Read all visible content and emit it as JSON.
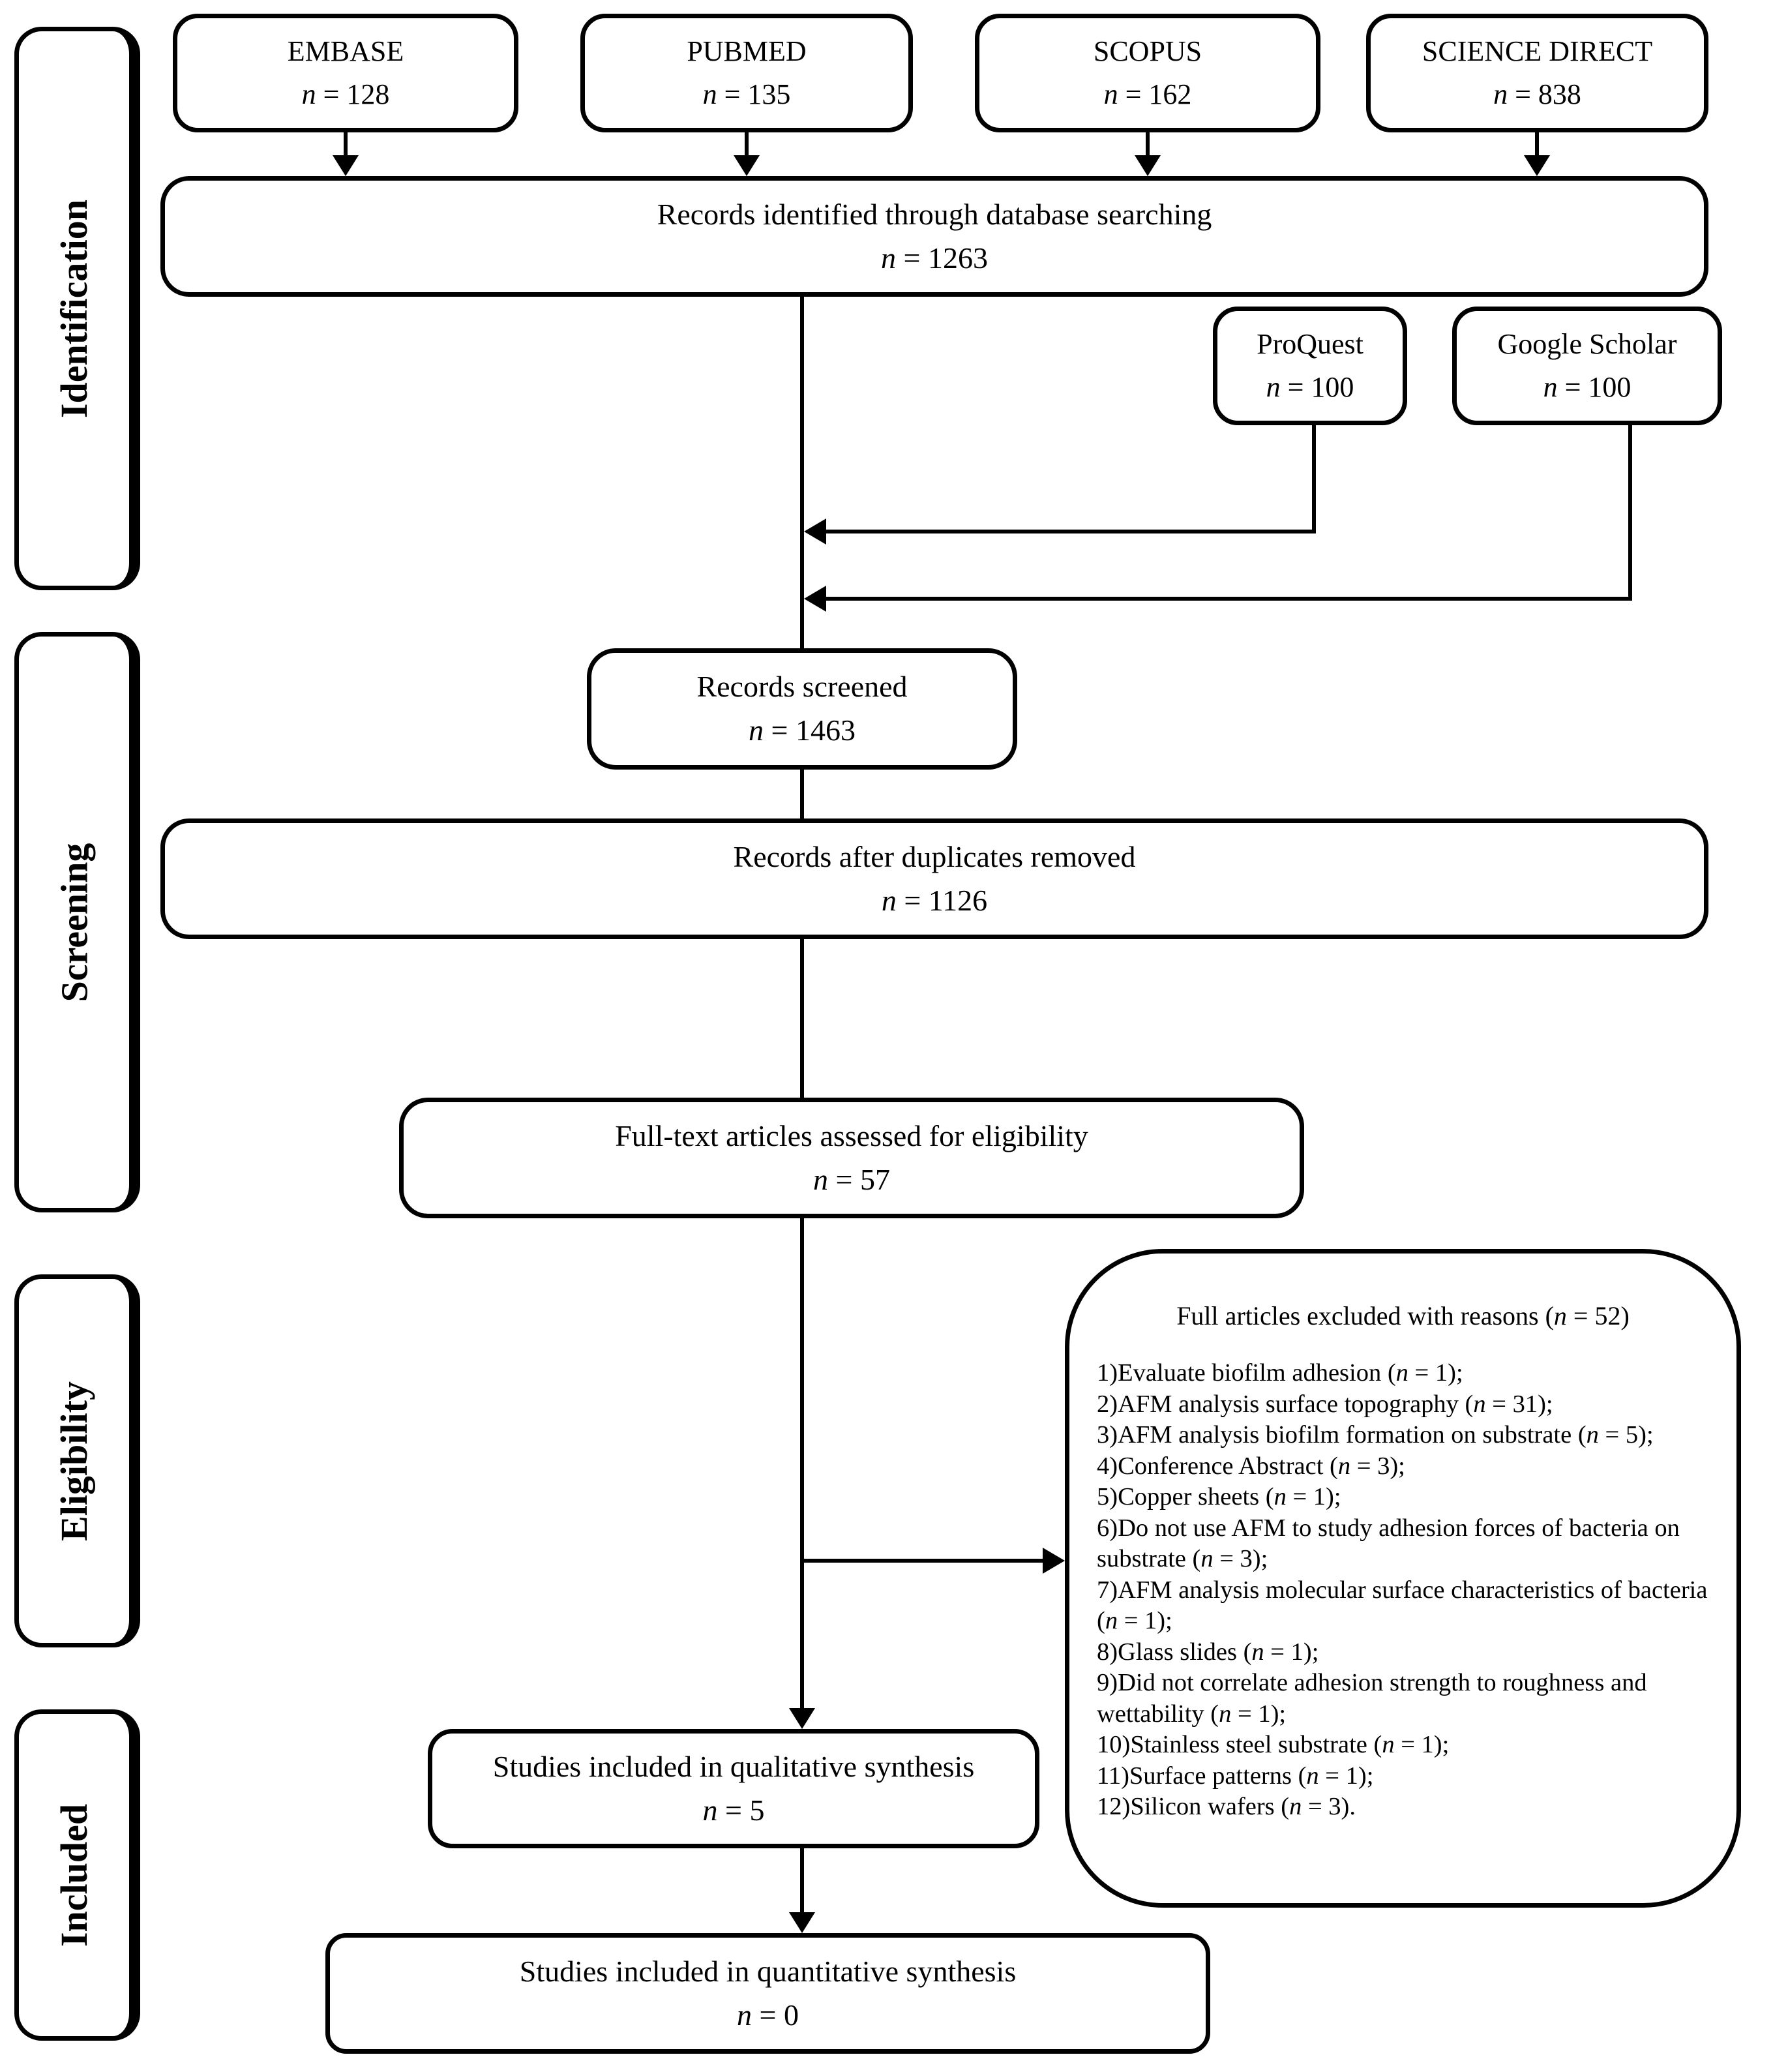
{
  "figure": {
    "background_color": "#ffffff",
    "ink_color": "#000000",
    "type": "prisma-flow-diagram"
  },
  "stages": [
    {
      "label": "Identification"
    },
    {
      "label": "Screening"
    },
    {
      "label": "Eligibility"
    },
    {
      "label": "Included"
    }
  ],
  "sources": [
    {
      "name": "EMBASE",
      "count": "n = 128"
    },
    {
      "name": "PUBMED",
      "count": "n = 135"
    },
    {
      "name": "SCOPUS",
      "count": "n = 162"
    },
    {
      "name": "SCIENCE DIRECT",
      "count": "n = 838"
    }
  ],
  "supplementary_sources": [
    {
      "name": "ProQuest",
      "count": "n = 100"
    },
    {
      "name": "Google Scholar",
      "count": "n = 100"
    }
  ],
  "nodes": {
    "identified": {
      "label": "Records identified through database searching",
      "count": "n = 1263"
    },
    "screened": {
      "label": "Records screened",
      "count": "n = 1463"
    },
    "deduplicated": {
      "label": "Records after duplicates removed",
      "count": "n = 1126"
    },
    "fulltext": {
      "label": "Full-text articles assessed for eligibility",
      "count": "n = 57"
    },
    "qualitative": {
      "label": "Studies included in qualitative synthesis",
      "count": "n = 5"
    },
    "quantitative": {
      "label": "Studies included in quantitative synthesis",
      "count": "n = 0"
    }
  },
  "excluded": {
    "title": "Full articles excluded with reasons (n = 52)",
    "items": [
      "1)Evaluate biofilm adhesion (n = 1);",
      "2)AFM analysis surface topography (n = 31);",
      "3)AFM analysis biofilm formation on substrate (n = 5);",
      "4)Conference Abstract (n = 3);",
      "5)Copper sheets (n = 1);",
      "6)Do not use AFM to study adhesion forces of bacteria on substrate (n = 3);",
      "7)AFM analysis molecular surface characteristics of bacteria (n = 1);",
      "8)Glass slides (n = 1);",
      "9)Did not correlate adhesion strength to roughness and wettability (n = 1);",
      "10)Stainless steel substrate (n = 1);",
      "11)Surface patterns (n = 1);",
      "12)Silicon wafers (n = 3)."
    ]
  }
}
